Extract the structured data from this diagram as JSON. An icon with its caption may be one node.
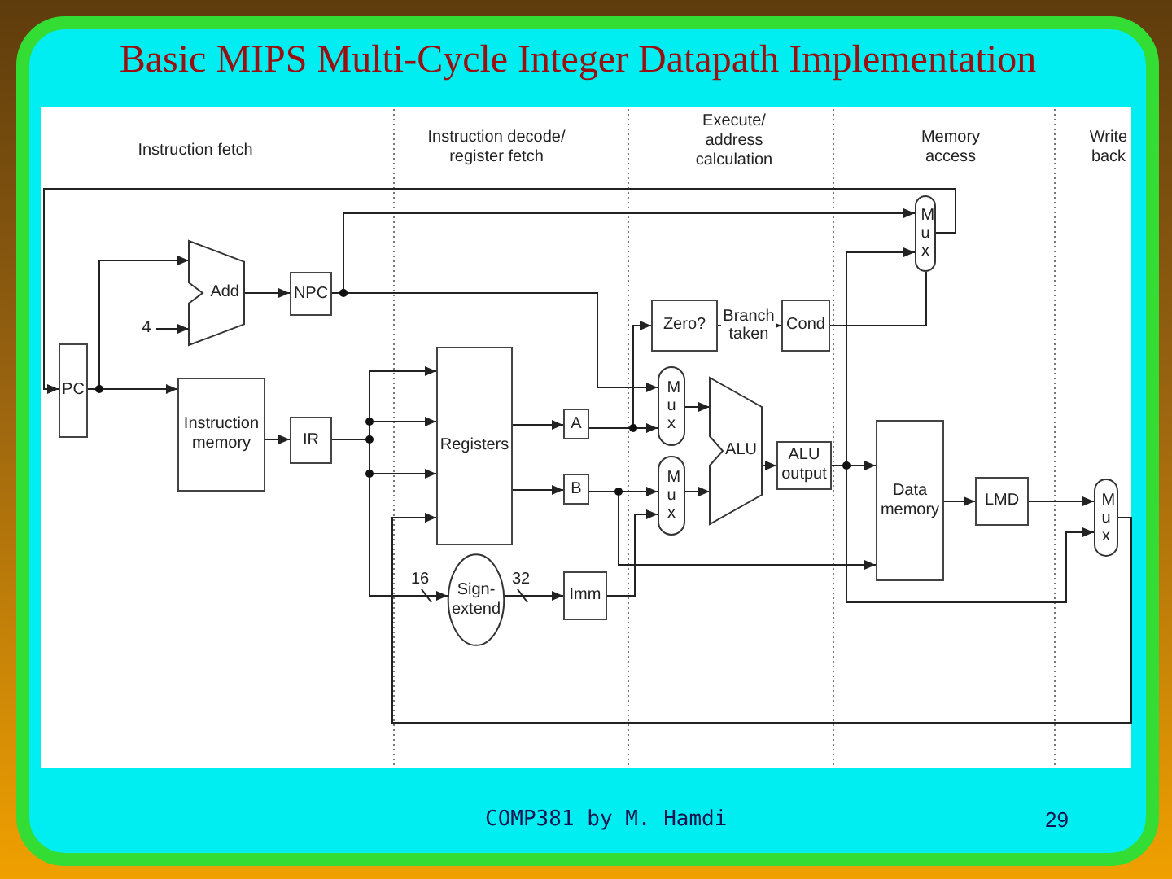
{
  "diagram": {
    "title": "Basic MIPS Multi-Cycle Integer Datapath Implementation",
    "nodes": [
      {
        "text": [
          "PC"
        ]
      },
      {
        "text": [
          "4"
        ]
      },
      {
        "text": [
          "Add"
        ]
      },
      {
        "text": [
          "NPC"
        ]
      },
      {
        "text": [
          "Instruction memory"
        ]
      },
      {
        "text": [
          "IR"
        ]
      },
      {
        "text": [
          "Registers"
        ]
      },
      {
        "text": [
          "A"
        ]
      },
      {
        "text": [
          "B"
        ]
      },
      {
        "text": [
          "Sign-extend"
        ]
      },
      {
        "text": [
          "Imm"
        ]
      },
      {
        "text": [
          "Zero?"
        ]
      },
      {
        "text": [
          "Cond"
        ]
      },
      {
        "text": [
          "Mux"
        ]
      },
      {
        "text": [
          "Mux"
        ]
      },
      {
        "text": [
          "Mux"
        ]
      },
      {
        "text": [
          "ALU"
        ]
      },
      {
        "text": [
          "ALU output"
        ]
      },
      {
        "text": [
          "Data memory"
        ]
      },
      {
        "text": [
          "LMD"
        ]
      },
      {
        "text": [
          "Mux"
        ]
      }
    ],
    "edges": [
      {
        "from": 13,
        "to": 0,
        "arrow": "to"
      },
      {
        "from": 0,
        "to": 2,
        "arrow": "to"
      },
      {
        "from": 0,
        "to": 4,
        "arrow": "to"
      },
      {
        "from": 1,
        "to": 2,
        "arrow": "to"
      },
      {
        "from": 2,
        "to": 3,
        "arrow": "to"
      },
      {
        "from": 3,
        "to": 13,
        "arrow": "to"
      },
      {
        "from": 3,
        "to": 14,
        "arrow": "to"
      },
      {
        "from": 4,
        "to": 5,
        "arrow": "to"
      },
      {
        "from": 5,
        "to": 6,
        "arrow": "to"
      },
      {
        "from": 5,
        "to": 6,
        "arrow": "to"
      },
      {
        "from": 5,
        "to": 6,
        "arrow": "to"
      },
      {
        "from": 5,
        "to": 9,
        "arrow": "to",
        "label": "16"
      },
      {
        "from": 20,
        "to": 6,
        "arrow": "to"
      },
      {
        "from": 6,
        "to": 7,
        "arrow": "to"
      },
      {
        "from": 6,
        "to": 8,
        "arrow": "to"
      },
      {
        "from": 9,
        "to": 10,
        "arrow": "to",
        "label": "32"
      },
      {
        "from": 7,
        "to": 14,
        "arrow": "to"
      },
      {
        "from": 7,
        "to": 11,
        "arrow": "to"
      },
      {
        "from": 8,
        "to": 15,
        "arrow": "to"
      },
      {
        "from": 8,
        "to": 18,
        "arrow": "to"
      },
      {
        "from": 10,
        "to": 15,
        "arrow": "to"
      },
      {
        "from": 14,
        "to": 16,
        "arrow": "to"
      },
      {
        "from": 15,
        "to": 16,
        "arrow": "to"
      },
      {
        "from": 16,
        "to": 17,
        "arrow": "to"
      },
      {
        "from": 17,
        "to": 18,
        "arrow": "to"
      },
      {
        "from": 17,
        "to": 13,
        "arrow": "to"
      },
      {
        "from": 17,
        "to": 20,
        "arrow": "to"
      },
      {
        "from": 11,
        "to": 12,
        "arrow": "to",
        "label": "Branch taken"
      },
      {
        "from": 12,
        "to": 13,
        "arrow": "none"
      },
      {
        "from": 18,
        "to": 19,
        "arrow": "to"
      },
      {
        "from": 19,
        "to": 20,
        "arrow": "to"
      }
    ],
    "labels": [
      "Instruction fetch",
      "Instruction decode/ register fetch",
      "Execute/ address calculation",
      "Memory access",
      "Write back",
      "COMP381 by M. Hamdi",
      "29"
    ]
  }
}
